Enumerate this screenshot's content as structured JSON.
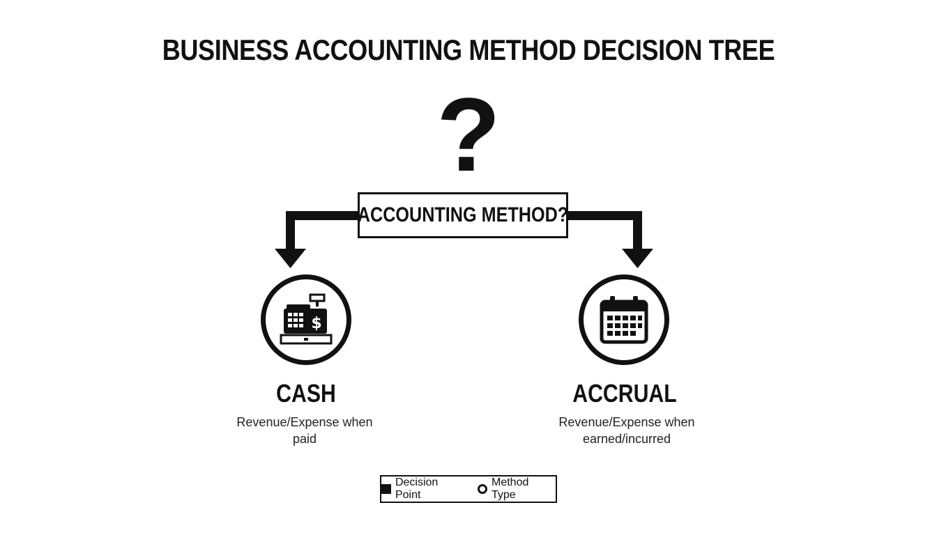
{
  "title": "BUSINESS ACCOUNTING METHOD DECISION TREE",
  "question_symbol": "?",
  "decision": {
    "label": "ACCOUNTING METHOD?"
  },
  "methods": [
    {
      "name": "CASH",
      "description": "Revenue/Expense when paid",
      "icon": "cash-register-icon"
    },
    {
      "name": "ACCRUAL",
      "description": "Revenue/Expense when earned/incurred",
      "icon": "calendar-icon"
    }
  ],
  "legend": {
    "decision_point": "Decision Point",
    "method_type": "Method Type"
  },
  "colors": {
    "ink": "#111111",
    "background": "#ffffff"
  }
}
